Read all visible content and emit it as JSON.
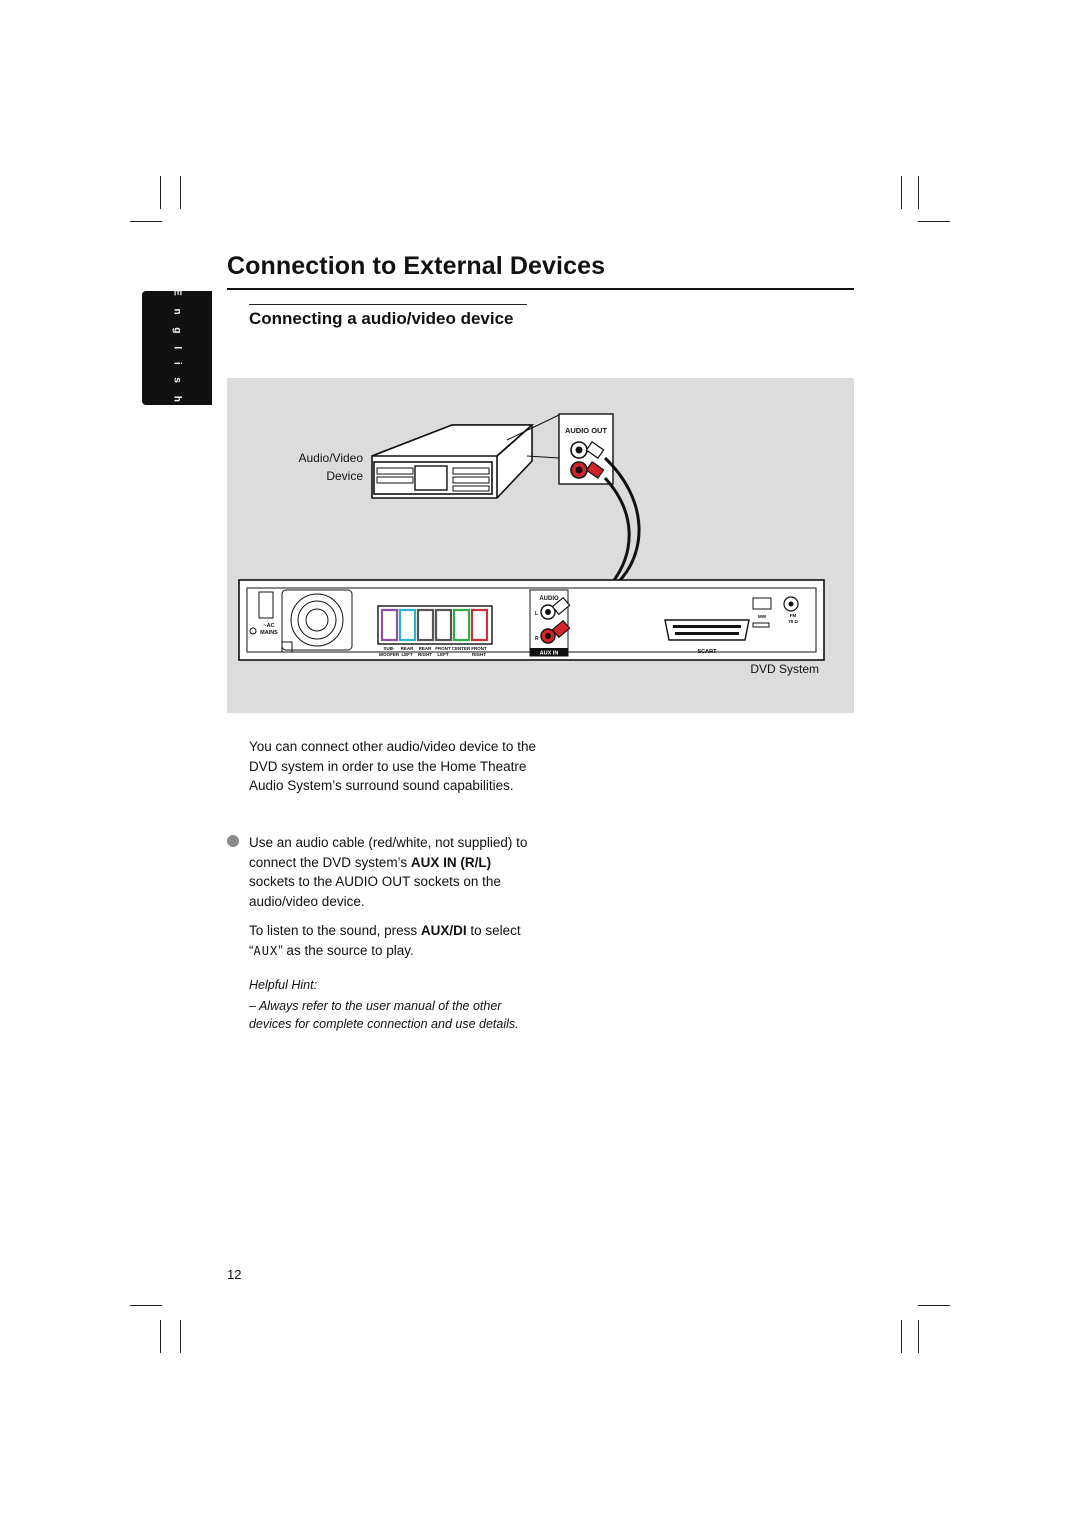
{
  "header": {
    "title": "Connection to External Devices",
    "language_tab": "E n g l i s h"
  },
  "section": {
    "subtitle": "Connecting a audio/video device"
  },
  "figure": {
    "device_label_line1": "Audio/Video",
    "device_label_line2": "Device",
    "audio_out_label": "AUDIO OUT",
    "dvd_system_label": "DVD System",
    "rear_panel": {
      "ac_label_1": "~AC",
      "ac_label_2": "MAINS",
      "speaker_labels_top": [
        "SUB-",
        "REAR",
        "REAR",
        "FRONT",
        "CENTER",
        "FRONT"
      ],
      "speaker_labels_bottom": [
        "WOOFER",
        "LEFT",
        "RIGHT",
        "LEFT",
        "",
        "RIGHT"
      ],
      "audio_label": "AUDIO",
      "l_label": "L",
      "r_label": "R",
      "aux_in_label": "AUX IN",
      "scart_label": "SCART",
      "mw_label": "MW",
      "fm_label_1": "FM",
      "fm_label_2": "75 Ω"
    },
    "colors": {
      "panel_background": "#dcdcdc",
      "red_plug": "#d4242b",
      "speaker_purple": "#8e4fa3",
      "speaker_cyan": "#28b6c8",
      "speaker_green": "#2fae4a",
      "speaker_red": "#c8323a"
    }
  },
  "body": {
    "intro": "You can connect other audio/video device to the DVD system in order to use the Home Theatre Audio System’s surround sound capabilities.",
    "step_part1": "Use an audio cable (red/white, not supplied) to connect the DVD system’s ",
    "step_bold": "AUX IN (R/L)",
    "step_part2": " sockets to the AUDIO OUT sockets on the audio/video device.",
    "listen_part1": "To listen to the sound, press ",
    "listen_bold": "AUX/DI",
    "listen_part2": " to select “",
    "listen_display": "AUX",
    "listen_part3": "” as the source to play.",
    "hint_title": "Helpful Hint:",
    "hint_body": "– Always refer to the user manual of the other devices for complete connection and use details."
  },
  "footer": {
    "page_number": "12"
  }
}
